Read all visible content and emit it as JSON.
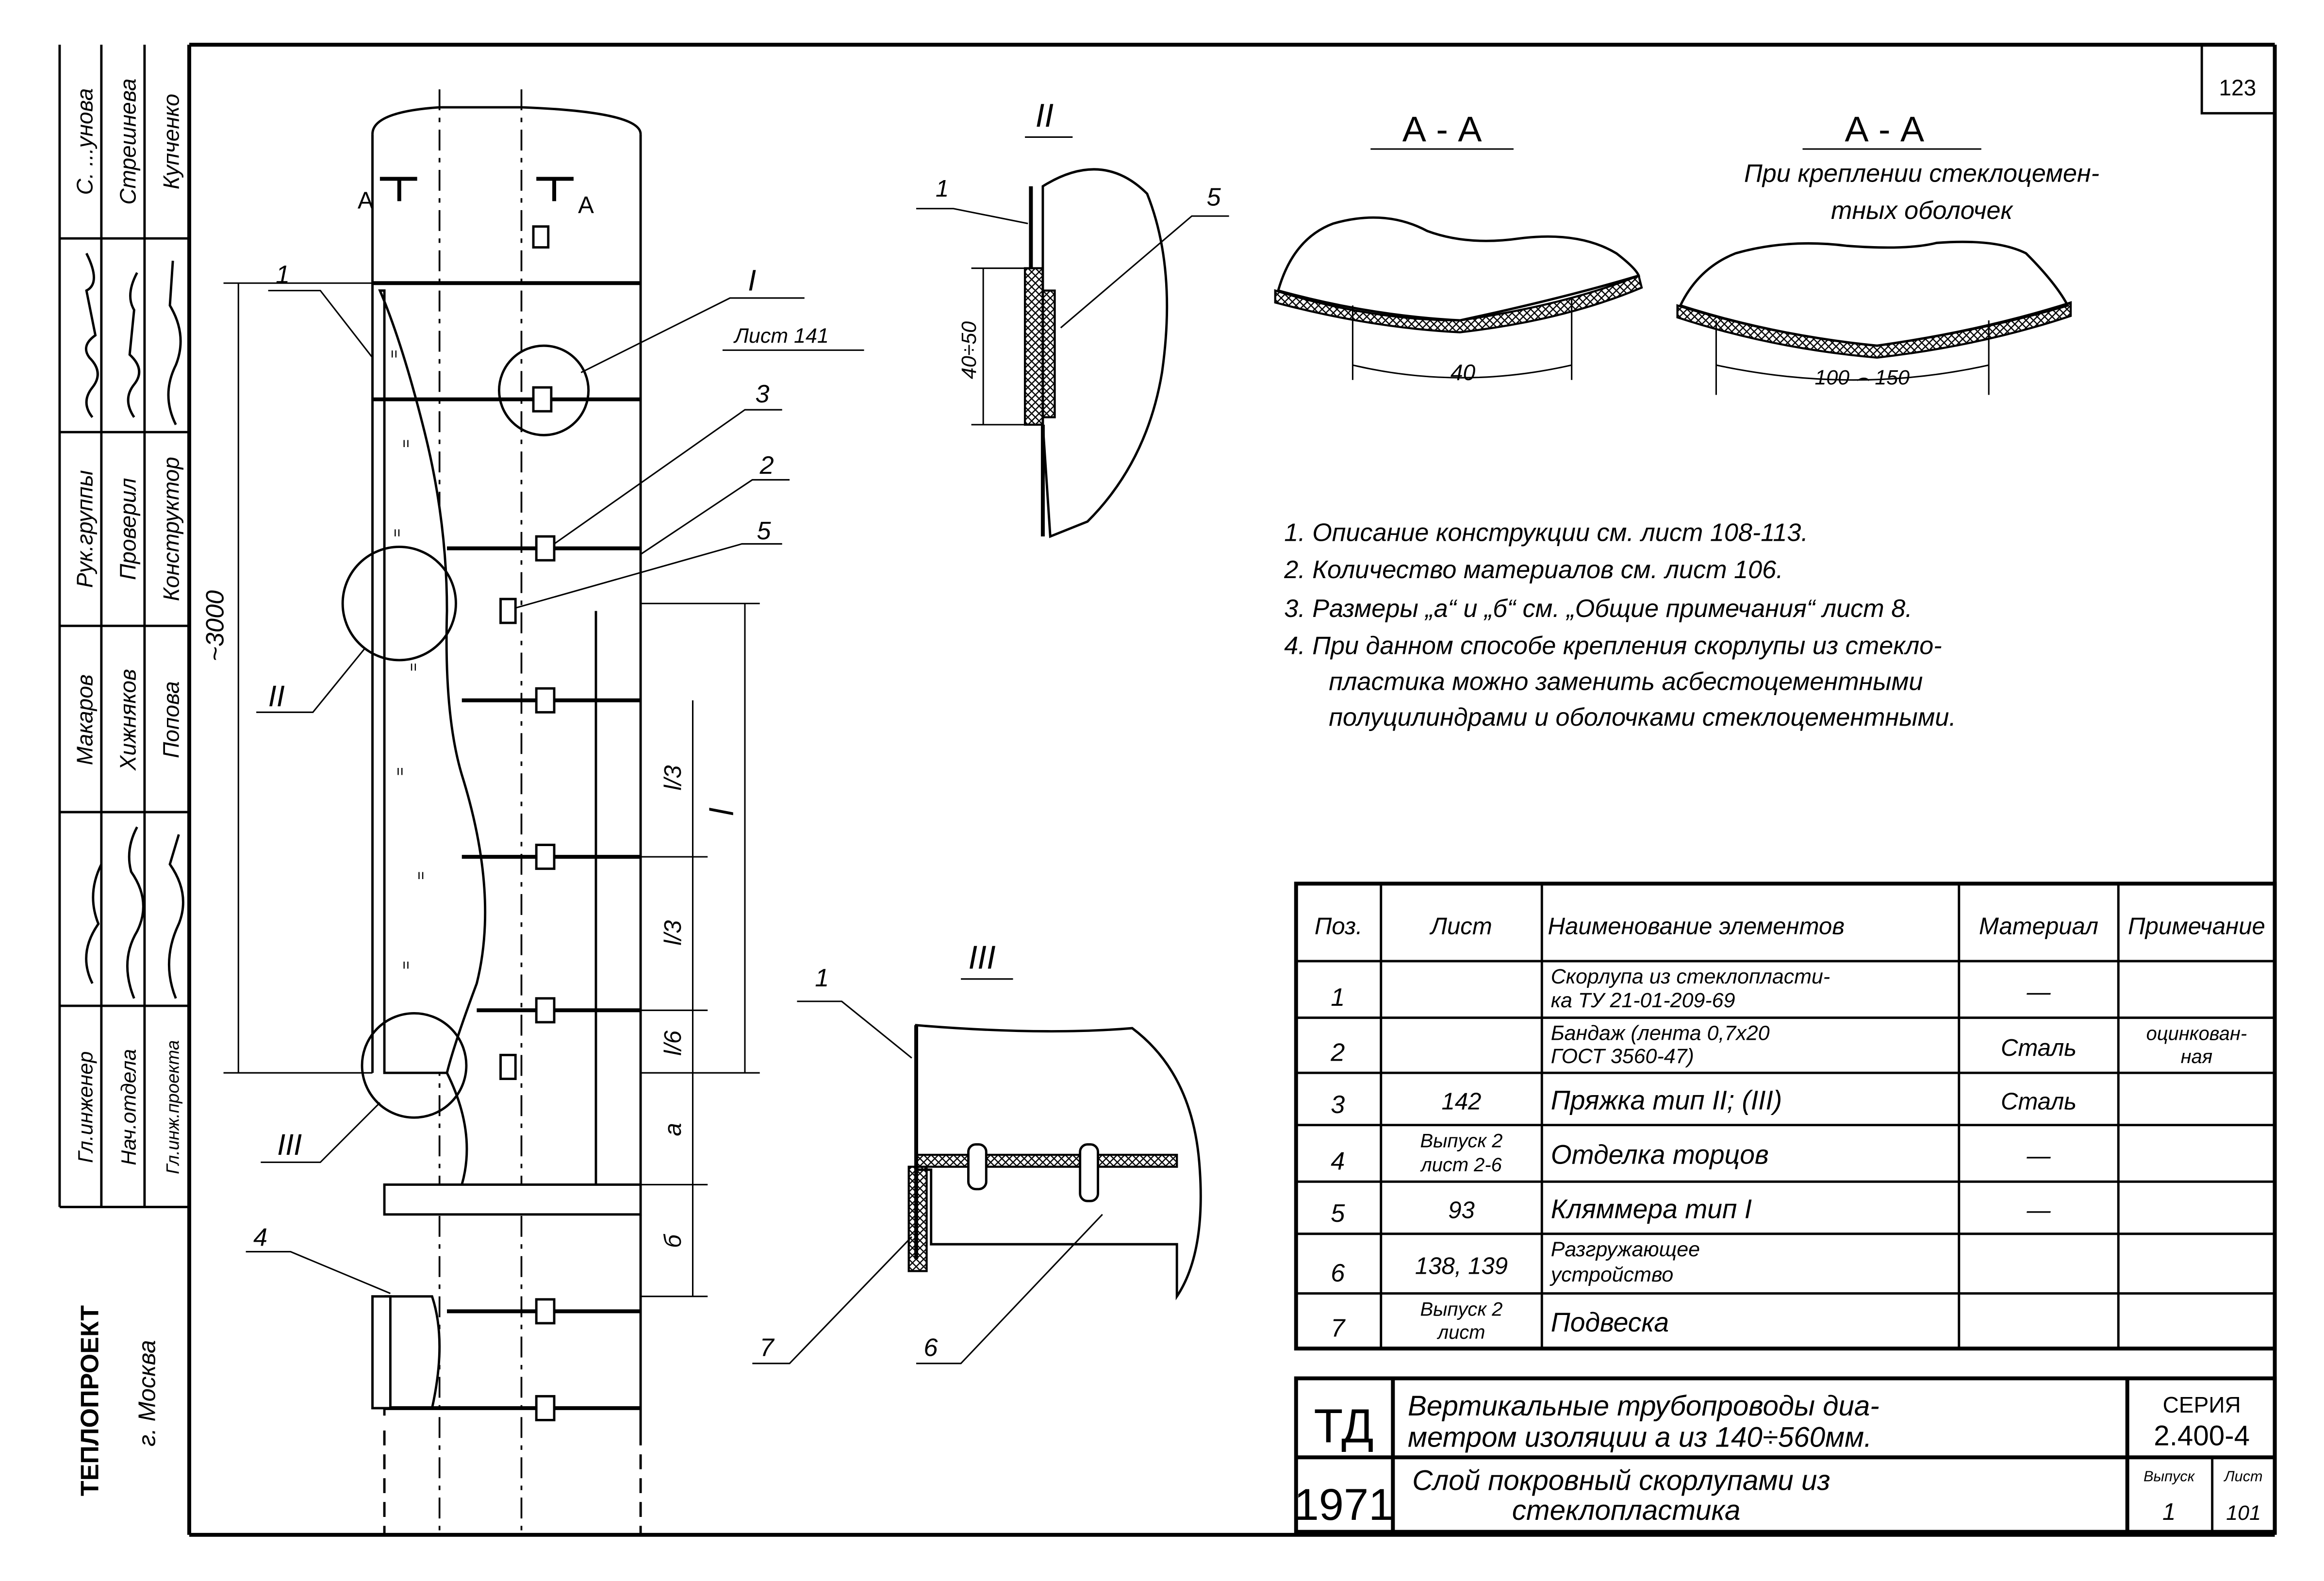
{
  "sheet_number": "123",
  "stamp": {
    "rows": [
      {
        "role": "Гл.инженер",
        "name": "Макаров",
        "extra": "С. ...унова"
      },
      {
        "role": "Нач.отдела",
        "name": "Хижняков",
        "extra": "Стрешнева"
      },
      {
        "role": "Гл.инж.проекта",
        "name": "Попова",
        "extra": "Купченко"
      }
    ],
    "roles2": [
      "Рук.группы",
      "Проверил",
      "Конструктор"
    ],
    "organization": "ТЕПЛОПРОЕКТ",
    "city": "г. Москва"
  },
  "main_view": {
    "section_mark": "А",
    "labels": {
      "pos1": "1",
      "pos2": "2",
      "pos3": "3",
      "pos4": "4",
      "pos5": "5",
      "detail1": "I",
      "detail1_ref": "Лист 141",
      "detail2": "II",
      "detail3": "III"
    },
    "dimensions": {
      "height": "~3000",
      "l": "l",
      "l3a": "l/3",
      "l3b": "l/3",
      "l6": "l/6",
      "a": "a",
      "b": "б"
    }
  },
  "detail_ii": {
    "title": "II",
    "pos1": "1",
    "pos5": "5",
    "dim": "40÷50"
  },
  "detail_iii": {
    "title": "III",
    "pos1": "1",
    "pos7": "7",
    "pos6": "6"
  },
  "sections": [
    {
      "title": "А - А",
      "subtitle": [],
      "dim": "40"
    },
    {
      "title": "А - А",
      "subtitle": [
        "При креплении стеклоцемен-",
        "тных оболочек"
      ],
      "dim": "100 ⌢ 150"
    }
  ],
  "notes": [
    "1. Описание конструкции см. лист 108-113.",
    "2. Количество материалов см. лист 106.",
    "3. Размеры „а“ и „б“ см. „Общие примечания“ лист 8.",
    "4. При данном способе крепления скорлупы из стекло-",
    "пластика можно заменить асбестоцементными",
    "полуцилиндрами и оболочками стеклоцементными."
  ],
  "spec_table": {
    "headers": [
      "Поз.",
      "Лист",
      "Наименование элементов",
      "Материал",
      "Примечание"
    ],
    "rows": [
      {
        "pos": "1",
        "sheet": [],
        "name": [
          "Скорлупа из стеклопласти-",
          "ка ТУ 21-01-209-69"
        ],
        "material": [
          "—"
        ],
        "note": []
      },
      {
        "pos": "2",
        "sheet": [],
        "name": [
          "Бандаж (лента 0,7х20",
          "ГОСТ 3560-47)"
        ],
        "material": [
          "Сталь"
        ],
        "note": [
          "оцинкован-",
          "ная"
        ]
      },
      {
        "pos": "3",
        "sheet": [
          "142"
        ],
        "name": [
          "Пряжка тип II; (III)"
        ],
        "material": [
          "Сталь"
        ],
        "note": []
      },
      {
        "pos": "4",
        "sheet": [
          "Выпуск 2",
          "лист 2-6"
        ],
        "name": [
          "Отделка торцов"
        ],
        "material": [
          "—"
        ],
        "note": []
      },
      {
        "pos": "5",
        "sheet": [
          "93"
        ],
        "name": [
          "Кляммера тип I"
        ],
        "material": [
          "—"
        ],
        "note": []
      },
      {
        "pos": "6",
        "sheet": [
          "138, 139"
        ],
        "name": [
          "Разгружающее",
          "устройство"
        ],
        "material": [],
        "note": []
      },
      {
        "pos": "7",
        "sheet": [
          "Выпуск 2",
          "лист"
        ],
        "name": [
          "Подвеска"
        ],
        "material": [],
        "note": []
      }
    ]
  },
  "title_block": {
    "code": "ТД",
    "year": "1971",
    "title": [
      "Вертикальные трубопроводы диа-",
      "метром изоляции а из 140÷560мм."
    ],
    "subtitle": [
      "Слой покровный скорлупами из",
      "стеклопластика"
    ],
    "series_label": "СЕРИЯ",
    "series": "2.400-4",
    "issue_label": "Выпуск",
    "issue": "1",
    "sheet_label": "Лист",
    "sheet": "101"
  }
}
